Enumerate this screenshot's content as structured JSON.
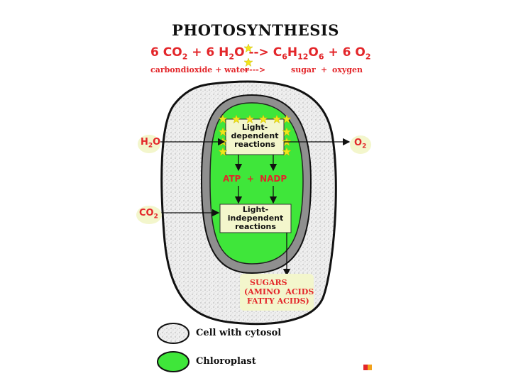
{
  "title": "PHOTOSYNTHESIS",
  "equation": {
    "reactant1_coef": "6 CO",
    "reactant1_sub": "2",
    "plus1": "+ 6 H",
    "reactant2_sub": "2",
    "reactant2_tail": "O",
    "arrow": "-->",
    "product1_a": "C",
    "product1_sub_a": "6",
    "product1_b": "H",
    "product1_sub_b": "12",
    "product1_c": "O",
    "product1_sub_c": "6",
    "plus2": "+ 6 O",
    "product2_sub": "2"
  },
  "equation_words": {
    "reactants": "carbondioxide + water",
    "arrow": "----->",
    "sugar": "sugar",
    "plus": "+",
    "oxygen": "oxygen"
  },
  "inputs": {
    "water_a": "H",
    "water_sub": "2",
    "water_b": "O",
    "co2_a": "CO",
    "co2_sub": "2"
  },
  "outputs": {
    "oxygen_a": "O",
    "oxygen_sub": "2"
  },
  "boxes": {
    "light_dependent": [
      "Light-",
      "dependent",
      "reactions"
    ],
    "light_independent": [
      "Light-",
      "independent",
      "reactions"
    ],
    "intermediates": "ATP  +  NADP"
  },
  "sugars": [
    "SUGARS",
    "(AMINO  ACIDS",
    " FATTY ACIDS)"
  ],
  "legend": {
    "cell": "Cell with cytosol",
    "chloroplast": "Chloroplast"
  },
  "colors": {
    "red": "#e3262a",
    "chloroplast_green": "#3fe63a",
    "box_fill": "#f3f6cc",
    "cell_fill": "#eeeeee",
    "star_yellow": "#f2e51c"
  }
}
